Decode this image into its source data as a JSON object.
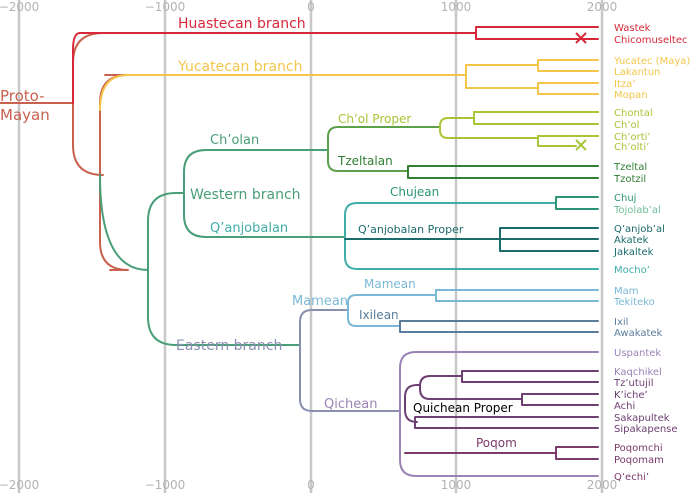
{
  "axis": {
    "ticks": [
      "−2000",
      "−1000",
      "0",
      "1000",
      "2000"
    ],
    "tick_values": [
      -2000,
      -1000,
      0,
      1000,
      2000
    ]
  },
  "colors": {
    "proto": "#c9614f",
    "huastecan": "#d62839",
    "yucatecan": "#f3c64b",
    "greater_tzeltalan": "#5d9f4a",
    "cholan": "#a8c538",
    "tzeltalan": "#2f7f34",
    "western": "#4a9e79",
    "qanjobalan": "#3fada8",
    "chujean": "#2b9478",
    "qanjobalan_proper": "#1b6b6b",
    "mamean": "#7ab8d6",
    "ixilean": "#5b7d9c",
    "eastern": "#8a8fb0",
    "quichean": "#9a84b5",
    "quichean_proper": "#6d3f72",
    "poqom": "#7a3a6a",
    "gridline": "#c8c8c8"
  },
  "labels": {
    "proto_line1": "Proto-",
    "proto_line2": "Mayan",
    "huastecan": "Huastecan branch",
    "yucatecan": "Yucatecan branch",
    "cholan": "Ch’olan",
    "chol_proper": "Ch’ol Proper",
    "tzeltalan": "Tzeltalan",
    "western": "Western branch",
    "chujean": "Chujean",
    "qanjobalan": "Q’anjobalan",
    "qanjobalan_proper": "Q’anjobalan Proper",
    "mamean_main": "Mamean",
    "mamean": "Mamean",
    "ixilean": "Ixilean",
    "eastern": "Eastern branch",
    "quichean": "Qichean",
    "quichean_proper": "Quichean Proper",
    "poqom": "Poqom"
  },
  "languages": [
    {
      "name": "Wastek",
      "extinct": false
    },
    {
      "name": "Chicomuseltec",
      "extinct": true
    },
    {
      "name": "Yucatec (Maya)",
      "extinct": false
    },
    {
      "name": "Lakantun",
      "extinct": false
    },
    {
      "name": "Itza’",
      "extinct": false
    },
    {
      "name": "Mopan",
      "extinct": false
    },
    {
      "name": "Chontal",
      "extinct": false
    },
    {
      "name": "Ch’ol",
      "extinct": false
    },
    {
      "name": "Ch’orti’",
      "extinct": false
    },
    {
      "name": "Ch’olti’",
      "extinct": true
    },
    {
      "name": "Tzeltal",
      "extinct": false
    },
    {
      "name": "Tzotzil",
      "extinct": false
    },
    {
      "name": "Chuj",
      "extinct": false
    },
    {
      "name": "Tojolab’al",
      "extinct": false
    },
    {
      "name": "Q’anjob’al",
      "extinct": false
    },
    {
      "name": "Akatek",
      "extinct": false
    },
    {
      "name": "Jakaltek",
      "extinct": false
    },
    {
      "name": "Mocho’",
      "extinct": false
    },
    {
      "name": "Mam",
      "extinct": false
    },
    {
      "name": "Tekiteko",
      "extinct": false
    },
    {
      "name": "Ixil",
      "extinct": false
    },
    {
      "name": "Awakatek",
      "extinct": false
    },
    {
      "name": "Uspantek",
      "extinct": false
    },
    {
      "name": "Kaqchikel",
      "extinct": false
    },
    {
      "name": "Tz’utujil",
      "extinct": false
    },
    {
      "name": "K’iche’",
      "extinct": false
    },
    {
      "name": "Achi",
      "extinct": false
    },
    {
      "name": "Sakapultek",
      "extinct": false
    },
    {
      "name": "Sipakapense",
      "extinct": false
    },
    {
      "name": "Poqomchi",
      "extinct": false
    },
    {
      "name": "Poqomam",
      "extinct": false
    },
    {
      "name": "Q’echi’",
      "extinct": false
    }
  ]
}
